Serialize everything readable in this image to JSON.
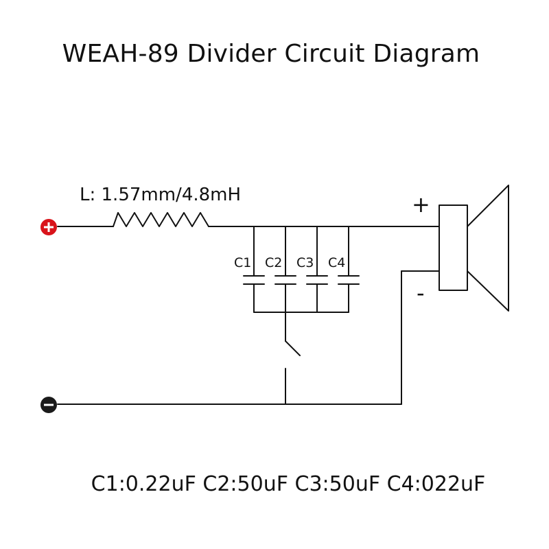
{
  "title": "WEAH-89 Divider Circuit Diagram",
  "inductor_label": "L: 1.57mm/4.8mH",
  "capacitors": [
    {
      "label": "C1"
    },
    {
      "label": "C2"
    },
    {
      "label": "C3"
    },
    {
      "label": "C4"
    }
  ],
  "speaker": {
    "plus_label": "+",
    "minus_label": "-"
  },
  "terminals": {
    "positive_symbol": "+",
    "negative_symbol": "−"
  },
  "capacitor_values": "C1:0.22uF C2:50uF C3:50uF C4:022uF",
  "colors": {
    "line": "#111111",
    "positive_terminal": "#d9141b",
    "negative_terminal": "#1a1a1a"
  }
}
